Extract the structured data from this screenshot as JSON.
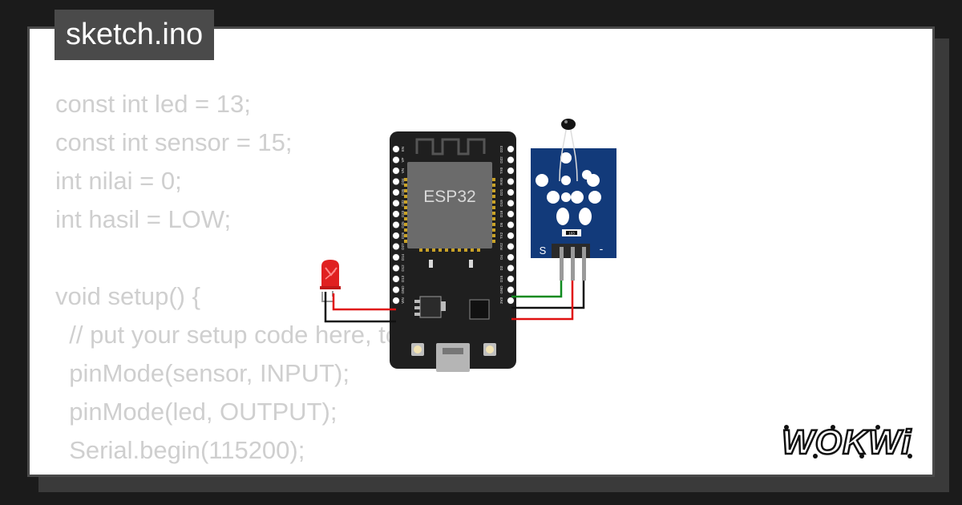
{
  "file_tab": {
    "name": "sketch.ino"
  },
  "code_lines": [
    "const int led = 13;",
    "const int sensor = 15;",
    "int nilai = 0;",
    "int hasil = LOW;",
    "",
    "void setup() {",
    "  // put your setup code here, to run once:",
    "  pinMode(sensor, INPUT);",
    "  pinMode(led, OUTPUT);",
    "  Serial.begin(115200);",
    "}"
  ],
  "board": {
    "chip_label": "ESP32",
    "left_pins": [
      "EN",
      "VP",
      "VN",
      "D34",
      "D35",
      "D32",
      "D33",
      "D25",
      "D26",
      "D27",
      "D14",
      "D12",
      "D13",
      "GND",
      "VIN"
    ],
    "right_pins": [
      "D23",
      "D22",
      "TX0",
      "RX0",
      "D21",
      "D19",
      "D18",
      "D5",
      "TX2",
      "RX2",
      "D4",
      "D2",
      "D15",
      "GND",
      "3V3"
    ]
  },
  "sensor_module": {
    "pin_signal_label": "S",
    "pin_minus_label": "-",
    "resistor_label": "103"
  },
  "brand": {
    "logo_text": "WOKWi"
  },
  "colors": {
    "page_bg": "#1b1b1b",
    "card_bg": "#ffffff",
    "code_text": "#cfcfcf",
    "board_pcb": "#1f1f1f",
    "module_pcb": "#123a7a",
    "led": "#e02020",
    "wire_red": "#e01010",
    "wire_black": "#111111",
    "wire_green": "#0f8a1f"
  }
}
